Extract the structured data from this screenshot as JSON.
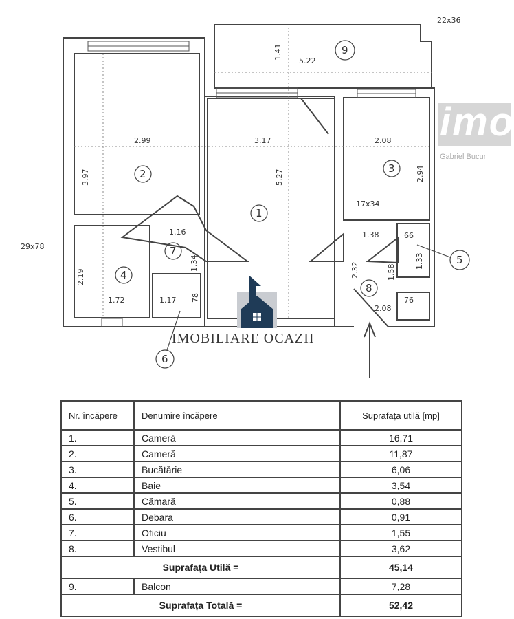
{
  "plan": {
    "dims": {
      "balcony_corner": "22x36",
      "balcony_h": "1.41",
      "balcony_w": "5.22",
      "r2_w": "2.99",
      "r2_h": "3.97",
      "r1_w": "3.17",
      "r1_h": "5.27",
      "r3_w": "2.08",
      "r3_h": "2.94",
      "niche": "17x34",
      "left_niche": "29x78",
      "r7_w": "1.16",
      "r7_h": "1.34",
      "r4_h": "2.19",
      "r4_w": "1.72",
      "r6_w": "1.17",
      "r6_h": "78",
      "r8_w1": "1.38",
      "r8_h": "2.32",
      "r8_w2": "2.08",
      "r5_w": "66",
      "r5_h": "1.33",
      "r8_h2": "1.58",
      "r8_small": "76"
    },
    "rooms": [
      "1",
      "2",
      "3",
      "4",
      "5",
      "6",
      "7",
      "8",
      "9"
    ]
  },
  "branding": {
    "agency": "IMOBILIARE OCAZII",
    "watermark": "imo",
    "watermark_author": "Gabriel Bucur",
    "logo_color": "#1f3b57"
  },
  "table": {
    "headers": [
      "Nr. încăpere",
      "Denumire încăpere",
      "Suprafața utilă [mp]"
    ],
    "rows": [
      [
        "1.",
        "Cameră",
        "16,71"
      ],
      [
        "2.",
        "Cameră",
        "11,87"
      ],
      [
        "3.",
        "Bucătărie",
        "6,06"
      ],
      [
        "4.",
        "Baie",
        "3,54"
      ],
      [
        "5.",
        "Cămară",
        "0,88"
      ],
      [
        "6.",
        "Debara",
        "0,91"
      ],
      [
        "7.",
        "Oficiu",
        "1,55"
      ],
      [
        "8.",
        "Vestibul",
        "3,62"
      ]
    ],
    "util_label": "Suprafața Utilă =",
    "util_value": "45,14",
    "balcony": [
      "9.",
      "Balcon",
      "7,28"
    ],
    "total_label": "Suprafața Totală =",
    "total_value": "52,42"
  }
}
